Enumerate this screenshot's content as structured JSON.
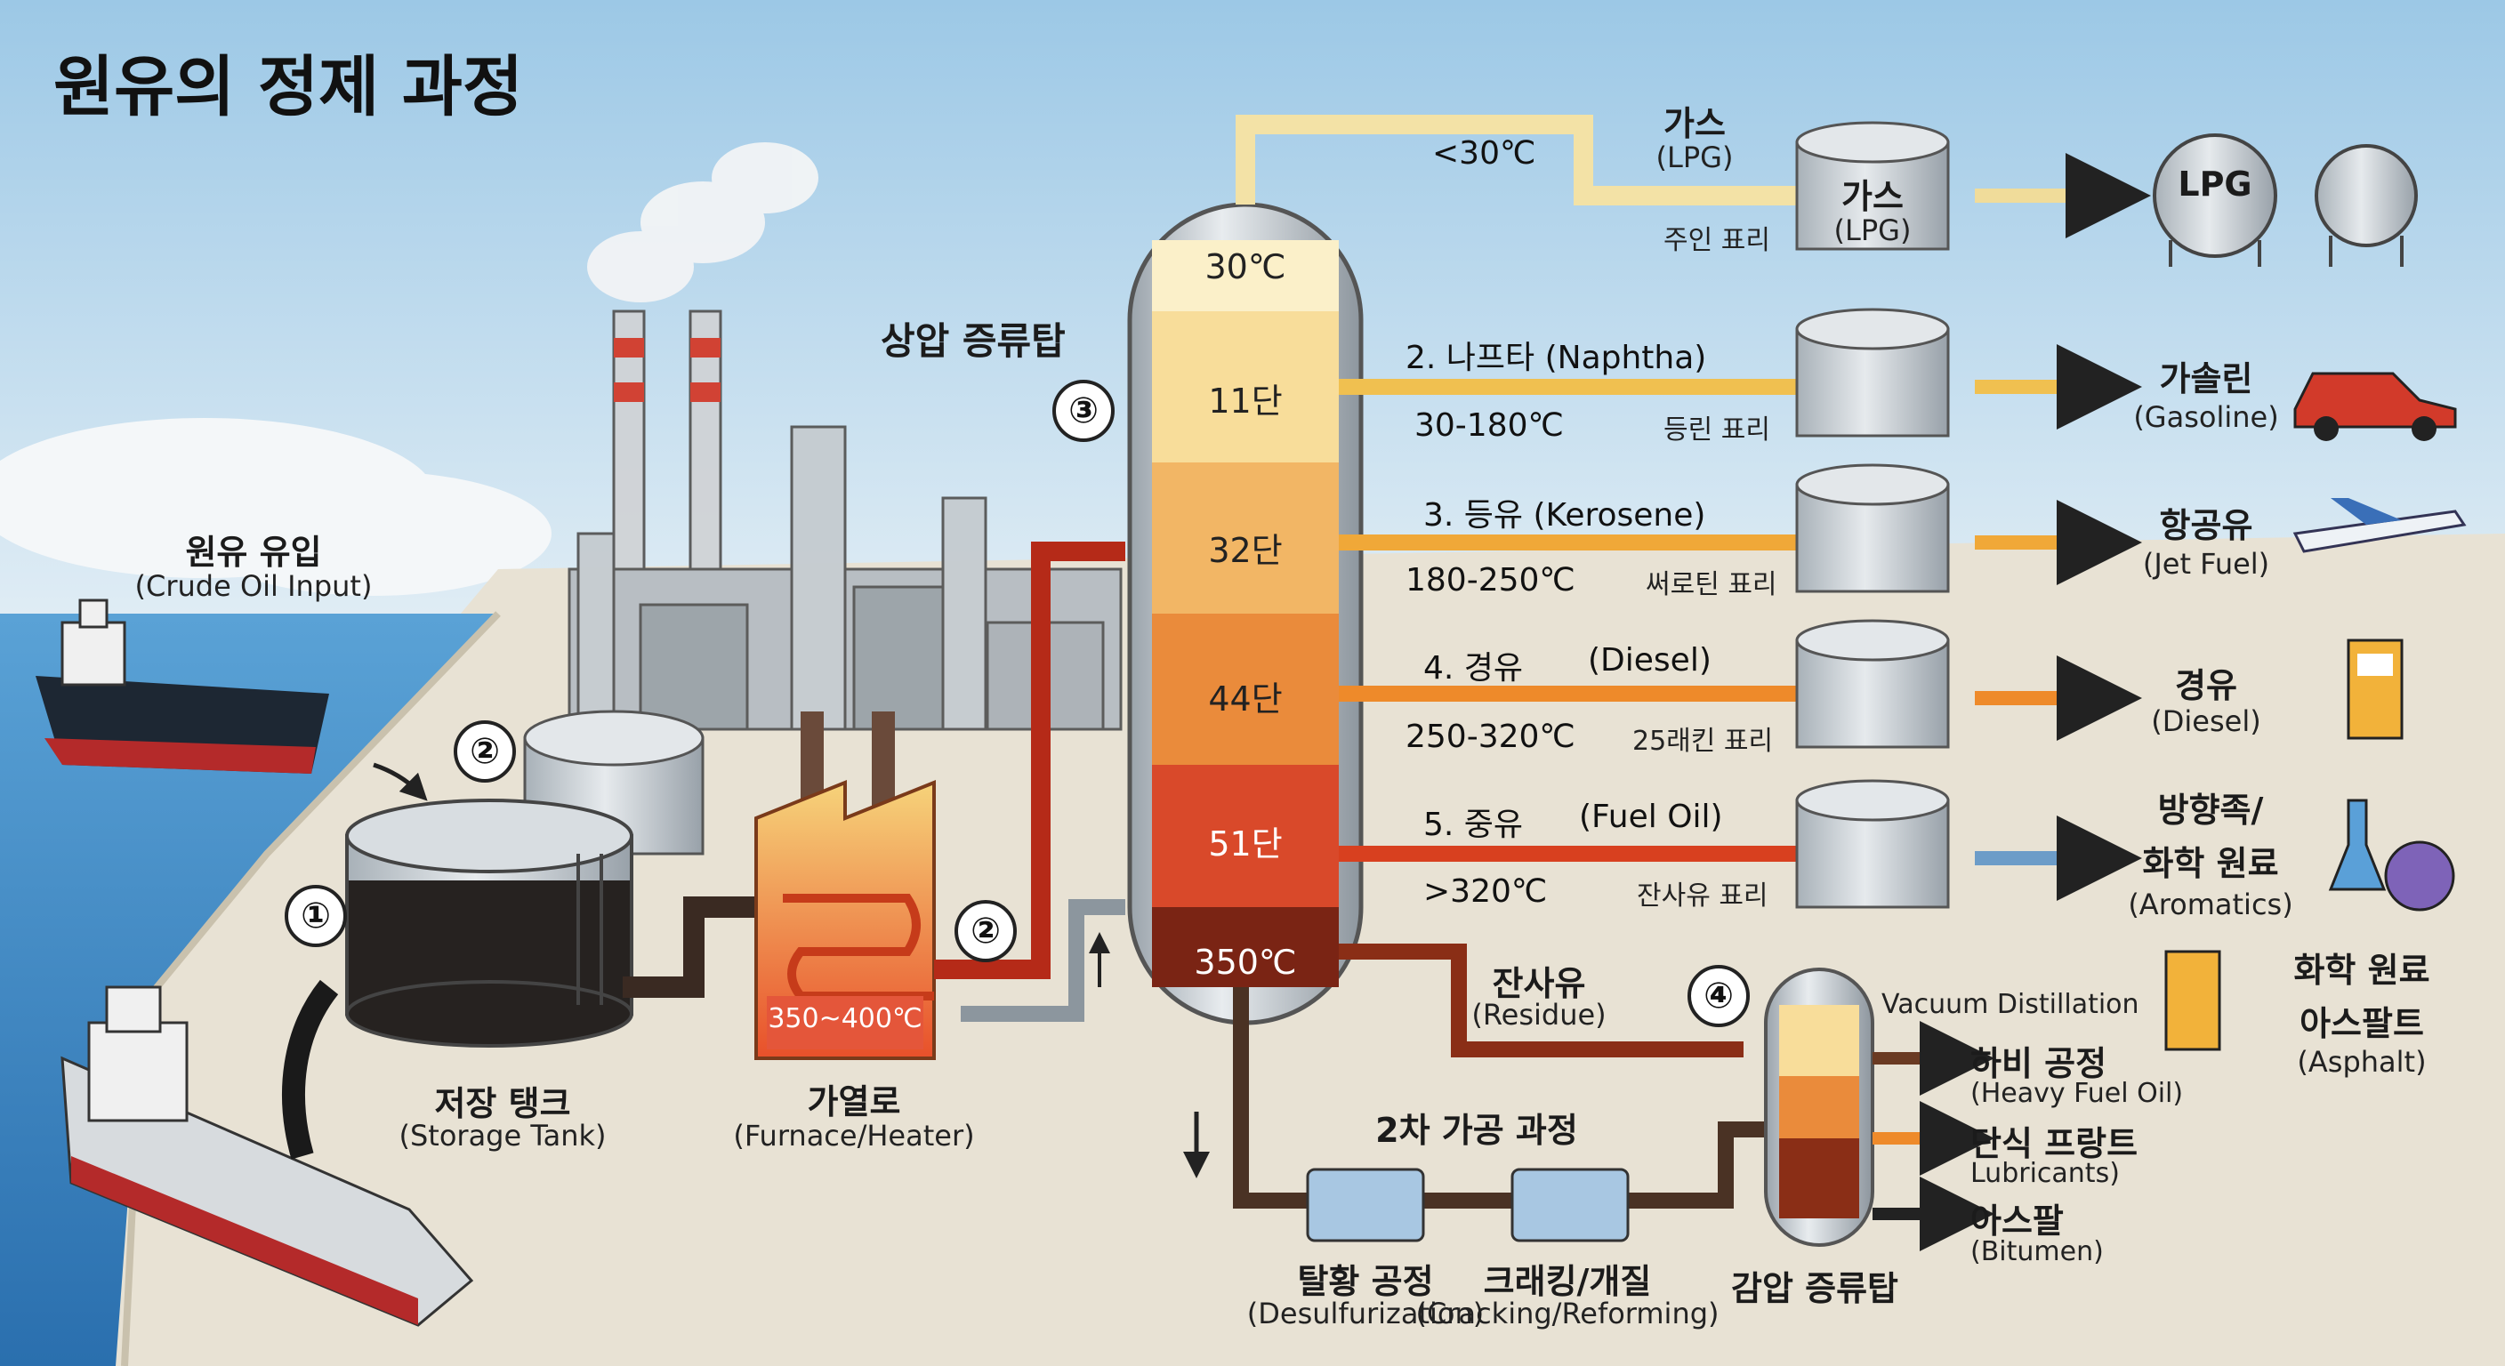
{
  "title": "원유의 정제 과정",
  "markers": [
    "①",
    "②",
    "②",
    "③",
    "④"
  ],
  "crude_input": {
    "ko": "원유 유입",
    "en": "(Crude Oil Input)"
  },
  "storage": {
    "ko": "저장 탱크",
    "en": "(Storage Tank)"
  },
  "heater": {
    "ko": "가열로",
    "en": "(Furnace/Heater)",
    "temp": "350~400℃"
  },
  "column": {
    "name": "상압 증류탑",
    "top_temp": "30℃",
    "bottom_temp": "350℃",
    "trays": [
      "11단",
      "32단",
      "44단",
      "51단"
    ]
  },
  "fractions": [
    {
      "name": "가스",
      "en": "(LPG)",
      "temp": "<30℃",
      "tank": "주인 표리",
      "tank_name": "가스",
      "tank_en": "(LPG)"
    },
    {
      "name": "2. 나프타 (Naphtha)",
      "temp": "30-180℃",
      "tank": "등린 표리",
      "product": "가솔린",
      "product_en": "(Gasoline)"
    },
    {
      "name": "3. 등유 (Kerosene)",
      "temp": "180-250℃",
      "tank": "써로틴 표리",
      "product": "항공유",
      "product_en": "(Jet Fuel)"
    },
    {
      "name": "4. 경유",
      "name_en": "(Diesel)",
      "temp": "250-320℃",
      "tank": "25래킨 표리",
      "product": "경유",
      "product_en": "(Diesel)"
    },
    {
      "name": "5. 중유",
      "name_en": "(Fuel Oil)",
      "temp": ">320℃",
      "tank": "잔사유 표리",
      "product": "방향족/",
      "product2": "화학 원료",
      "product_en": "(Aromatics)"
    }
  ],
  "lpg_tank": "LPG",
  "asphalt": {
    "l1": "화학 원료",
    "l2": "아스팔트",
    "en": "(Asphalt)"
  },
  "residue": {
    "ko": "잔사유",
    "en": "(Residue)"
  },
  "vacuum": {
    "label": "Vacuum Distillation",
    "name": "감압 증류탑",
    "outputs": [
      {
        "ko": "하비 공정",
        "en": "(Heavy Fuel Oil)"
      },
      {
        "ko": "단식 프랑트",
        "en": "Lubricants)"
      },
      {
        "ko": "아스팔",
        "en": "(Bitumen)"
      }
    ]
  },
  "secondary": {
    "title": "2차 가공 과정",
    "desulf": {
      "ko": "탈황 공정",
      "en": "(Desulfurization)"
    },
    "cracking": {
      "ko": "크래킹/개질",
      "en": "(Cracking/Reforming)"
    }
  },
  "colors": {
    "sea": "#3a86c4",
    "sky": "#bcd9ea",
    "ground": "#e8e2d4",
    "gas_pipe": "#f3e2a6",
    "naphtha": "#f0c050",
    "kerosene": "#f0a838",
    "diesel": "#ee8a2a",
    "fuel_oil": "#d8401f",
    "residue": "#8a2e16",
    "aromatics_arrow": "#6c9cc8"
  }
}
